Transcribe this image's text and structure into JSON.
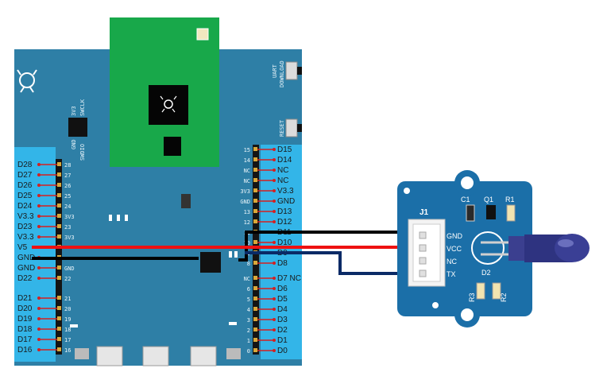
{
  "board": {
    "left_labels": [
      "D28",
      "D27",
      "D26",
      "D25",
      "D24",
      "V3.3",
      "D23",
      "V3.3",
      "V5",
      "GND",
      "GND",
      "D22",
      "D21",
      "D20",
      "D19",
      "D18",
      "D17",
      "D16"
    ],
    "left_pins": [
      "28",
      "27",
      "26",
      "25",
      "24",
      "3V3",
      "23",
      "3V3",
      "",
      "",
      "GND",
      "22",
      "21",
      "20",
      "19",
      "18",
      "17",
      "16"
    ],
    "right_pins": [
      "15",
      "14",
      "NC",
      "NC",
      "3V3",
      "GND",
      "13",
      "12",
      "11",
      "10",
      "9",
      "8",
      "NC",
      "6",
      "5",
      "4",
      "3",
      "2",
      "1",
      "0"
    ],
    "right_labels": [
      "D15",
      "D14",
      "NC",
      "NC",
      "V3.3",
      "GND",
      "D13",
      "D12",
      "D11",
      "D10",
      "D9",
      "D8",
      "D7 NC",
      "D6",
      "D5",
      "D4",
      "D3",
      "D2",
      "D1",
      "D0"
    ],
    "uart_label_1": "UART",
    "uart_label_2": "DOWNLOAD",
    "reset_label": "RESET",
    "swd_top_1": "3V3",
    "swd_top_2": "SWCLK",
    "swd_bottom_1": "GND",
    "swd_bottom_2": "SWDIO"
  },
  "module": {
    "connector": "J1",
    "pins": [
      "GND",
      "VCC",
      "NC",
      "TX"
    ],
    "c1": "C1",
    "q1": "Q1",
    "r1": "R1",
    "d2": "D2",
    "r3": "R3",
    "r2": "R2"
  },
  "colors": {
    "board": "#2e7fa6",
    "board_dark": "#1f6a8e",
    "header_strip": "#33b5e8",
    "wifi_module": "#18a84a",
    "module_pcb": "#1b6fa8",
    "wire_gnd": "#000000",
    "wire_vcc": "#ee1111",
    "wire_tx": "#0a2a66",
    "pin_marker": "#d42020"
  }
}
